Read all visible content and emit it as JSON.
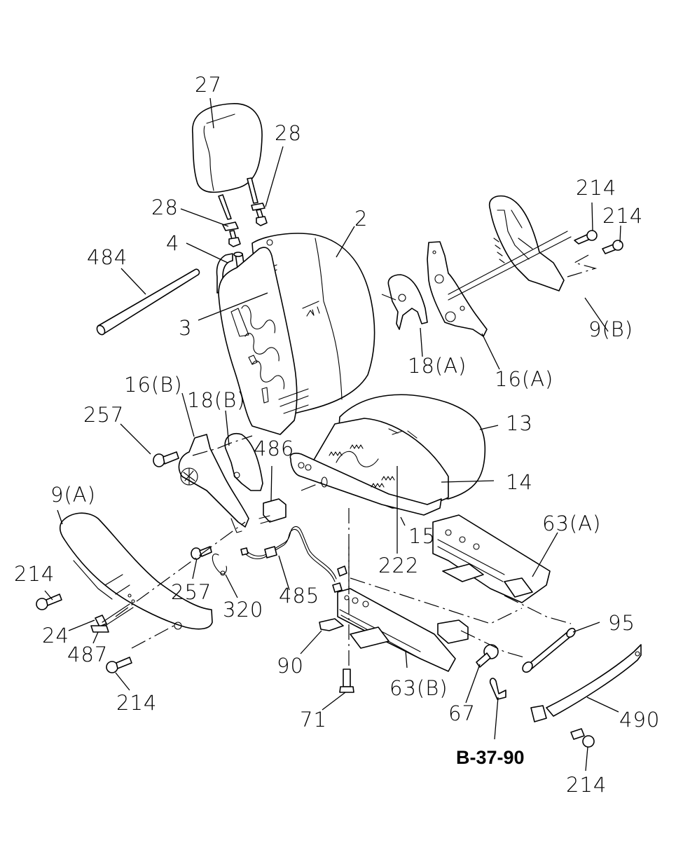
{
  "diagram": {
    "type": "exploded-parts-diagram",
    "subject": "front seat assembly",
    "line_color": "#000000",
    "background": "#ffffff",
    "reference_code": "B-37-90",
    "callouts": [
      {
        "id": "c27",
        "label": "27",
        "part": "headrest"
      },
      {
        "id": "c28a",
        "label": "28",
        "part": "headrest-guide"
      },
      {
        "id": "c28b",
        "label": "28",
        "part": "headrest-guide"
      },
      {
        "id": "c2",
        "label": "2",
        "part": "seatback-cover"
      },
      {
        "id": "c4",
        "label": "4",
        "part": "seatback-frame"
      },
      {
        "id": "c484",
        "label": "484",
        "part": "rod"
      },
      {
        "id": "c3",
        "label": "3",
        "part": "seatback-pad"
      },
      {
        "id": "c214a",
        "label": "214",
        "part": "screw"
      },
      {
        "id": "c214b",
        "label": "214",
        "part": "screw"
      },
      {
        "id": "c9b",
        "label": "9(B)",
        "part": "recliner-cover-outer"
      },
      {
        "id": "c18a",
        "label": "18(A)",
        "part": "recliner-cover"
      },
      {
        "id": "c16a",
        "label": "16(A)",
        "part": "recliner"
      },
      {
        "id": "c16b",
        "label": "16(B)",
        "part": "recliner"
      },
      {
        "id": "c18b",
        "label": "18(B)",
        "part": "recliner-cover"
      },
      {
        "id": "c257a",
        "label": "257",
        "part": "bolt"
      },
      {
        "id": "c13",
        "label": "13",
        "part": "seat-cushion-cover"
      },
      {
        "id": "c486",
        "label": "486",
        "part": "switch"
      },
      {
        "id": "c14",
        "label": "14",
        "part": "seat-cushion-pad"
      },
      {
        "id": "c9a",
        "label": "9(A)",
        "part": "side-cover"
      },
      {
        "id": "c15",
        "label": "15",
        "part": "cushion-frame"
      },
      {
        "id": "c63a",
        "label": "63(A)",
        "part": "seat-track"
      },
      {
        "id": "c222",
        "label": "222",
        "part": "spring"
      },
      {
        "id": "c214c",
        "label": "214",
        "part": "screw"
      },
      {
        "id": "c257b",
        "label": "257",
        "part": "bolt"
      },
      {
        "id": "c485",
        "label": "485",
        "part": "wire-harness"
      },
      {
        "id": "c320",
        "label": "320",
        "part": "clip"
      },
      {
        "id": "c24",
        "label": "24",
        "part": "bracket"
      },
      {
        "id": "c95",
        "label": "95",
        "part": "shaft"
      },
      {
        "id": "c487",
        "label": "487",
        "part": "holder"
      },
      {
        "id": "c90",
        "label": "90",
        "part": "cap"
      },
      {
        "id": "c490",
        "label": "490",
        "part": "trim-cover"
      },
      {
        "id": "c214d",
        "label": "214",
        "part": "screw"
      },
      {
        "id": "c63b",
        "label": "63(B)",
        "part": "seat-track"
      },
      {
        "id": "c67",
        "label": "67",
        "part": "bolt"
      },
      {
        "id": "c71",
        "label": "71",
        "part": "bolt"
      },
      {
        "id": "c214e",
        "label": "214",
        "part": "screw"
      }
    ]
  }
}
